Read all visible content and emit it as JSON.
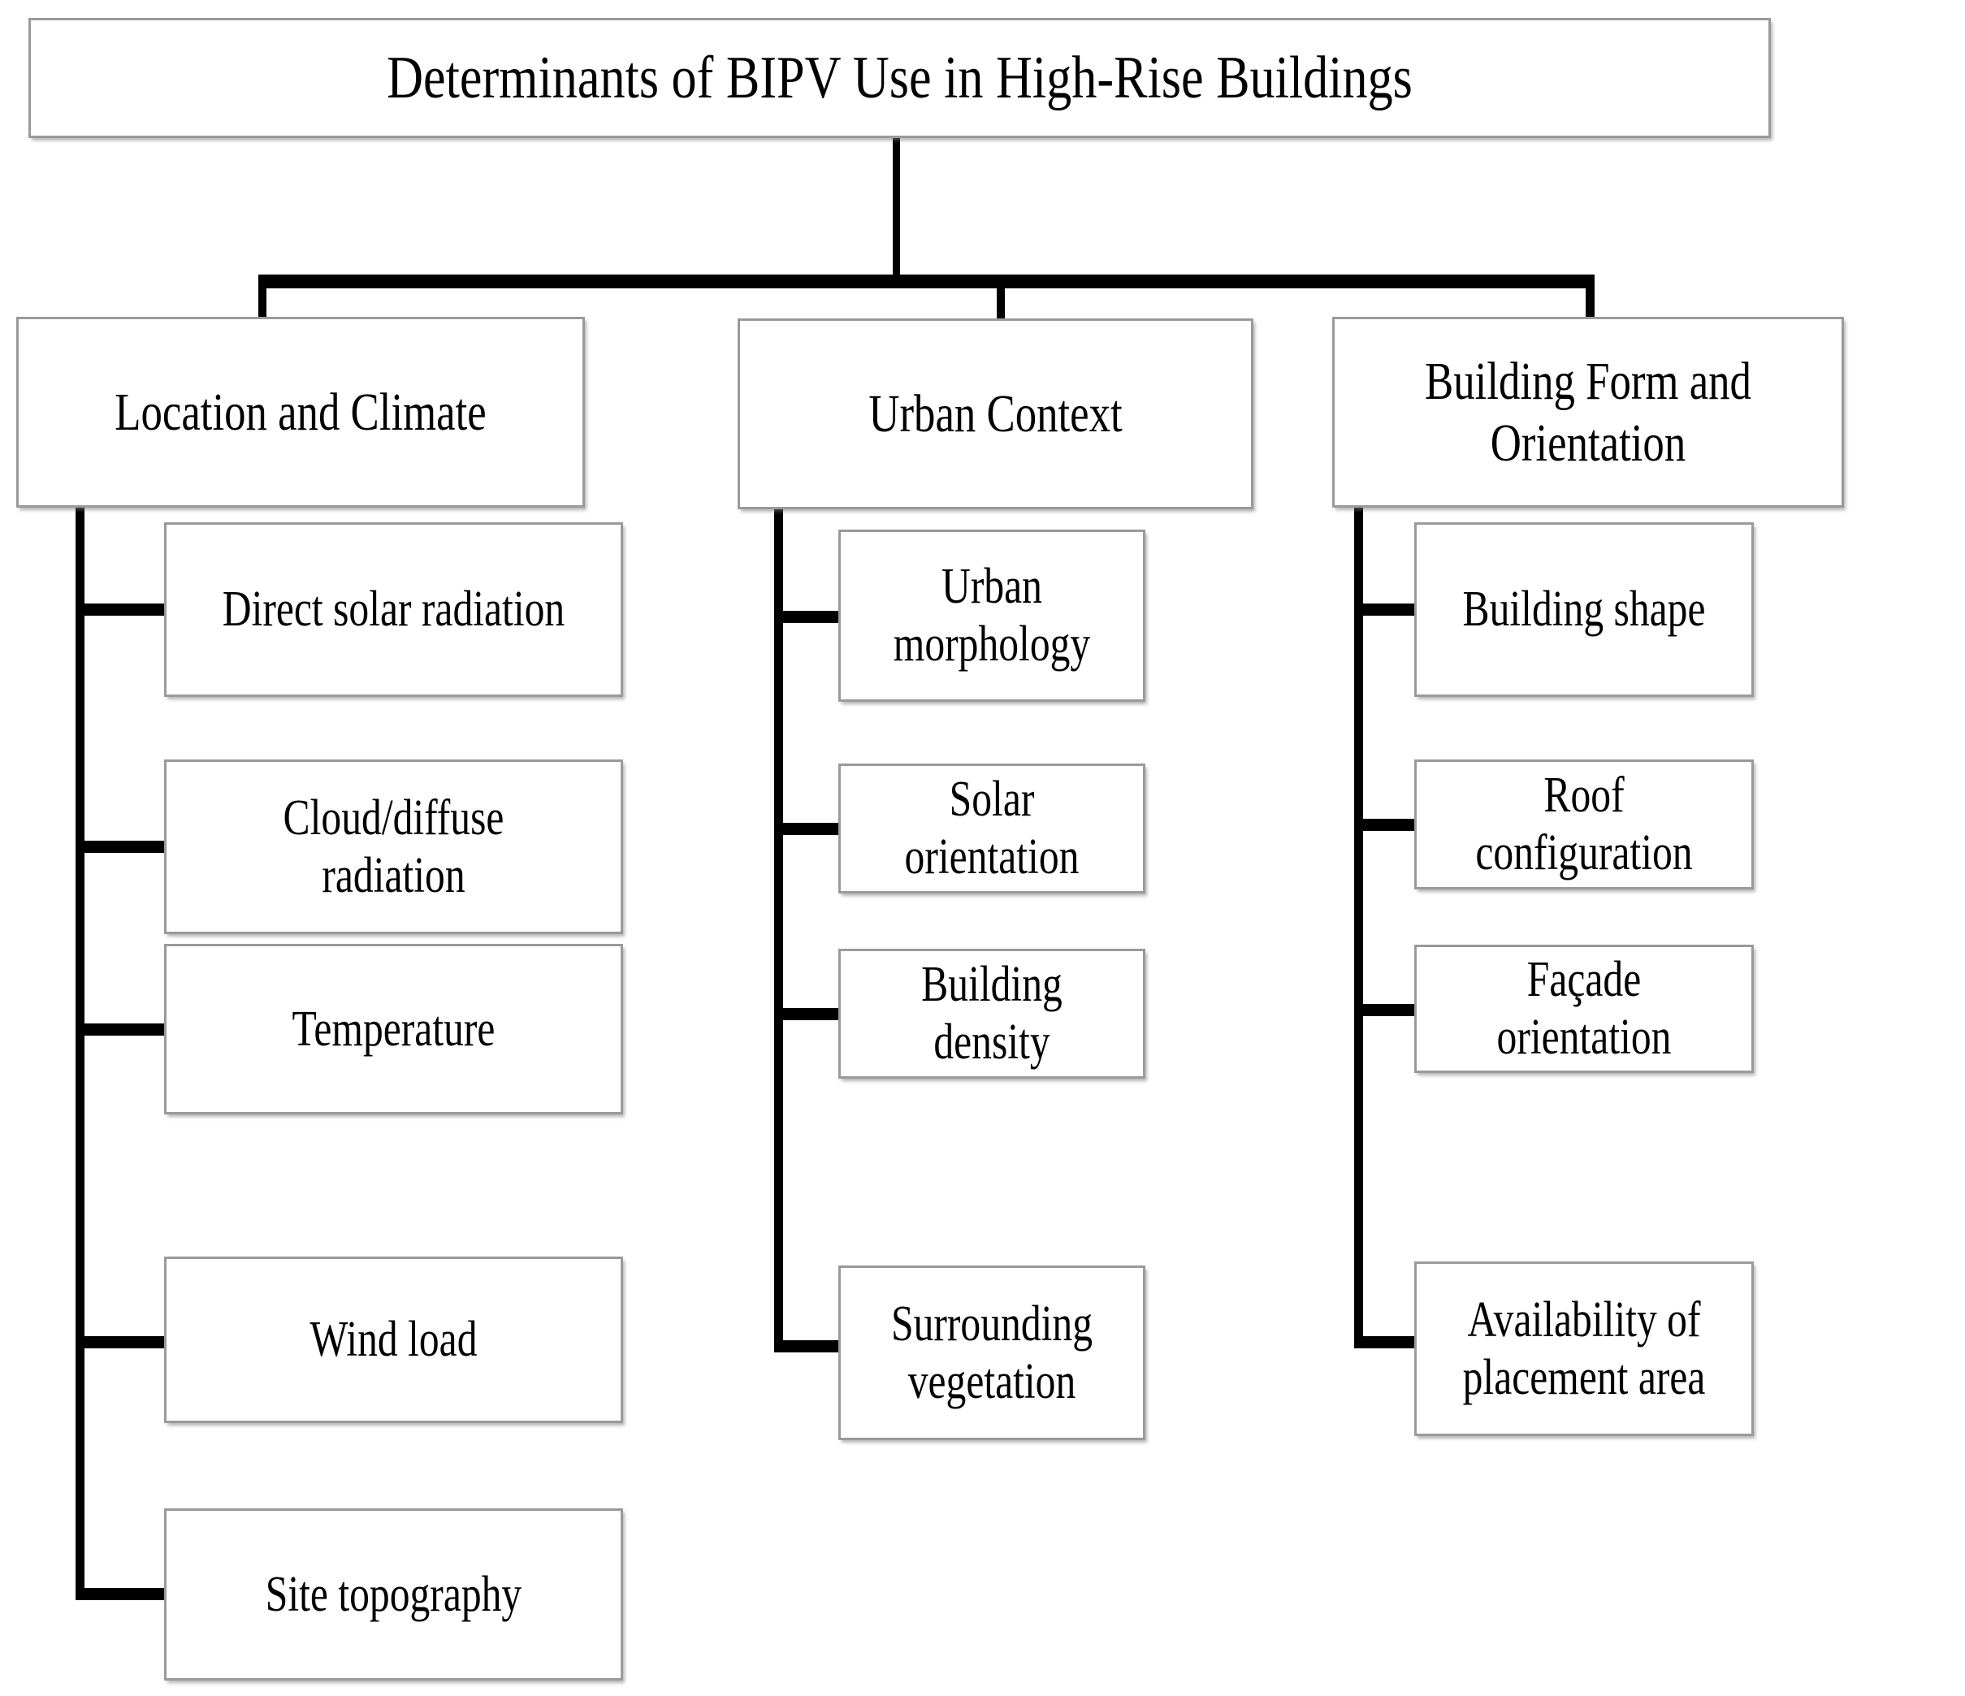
{
  "diagram": {
    "type": "hierarchy-tree",
    "root": {
      "label": "Determinants of BIPV Use in High-Rise Buildings"
    },
    "branches": [
      {
        "label": "Location and Climate",
        "children": [
          {
            "label": "Direct solar radiation"
          },
          {
            "label": "Cloud/diffuse radiation"
          },
          {
            "label": "Temperature"
          },
          {
            "label": "Wind load"
          },
          {
            "label": "Site topography"
          }
        ]
      },
      {
        "label": "Urban Context",
        "children": [
          {
            "label": "Urban morphology"
          },
          {
            "label": "Solar orientation"
          },
          {
            "label": "Building density"
          },
          {
            "label": "Surrounding vegetation"
          }
        ]
      },
      {
        "label": "Building Form and Orientation",
        "children": [
          {
            "label": "Building shape"
          },
          {
            "label": "Roof configuration"
          },
          {
            "label": "Façade orientation"
          },
          {
            "label": "Availability of placement area"
          }
        ]
      }
    ]
  },
  "colors": {
    "background": "#ffffff",
    "box_fill": "#ffffff",
    "box_border": "#9a9a9a",
    "connector": "#000000",
    "text": "#000000"
  }
}
